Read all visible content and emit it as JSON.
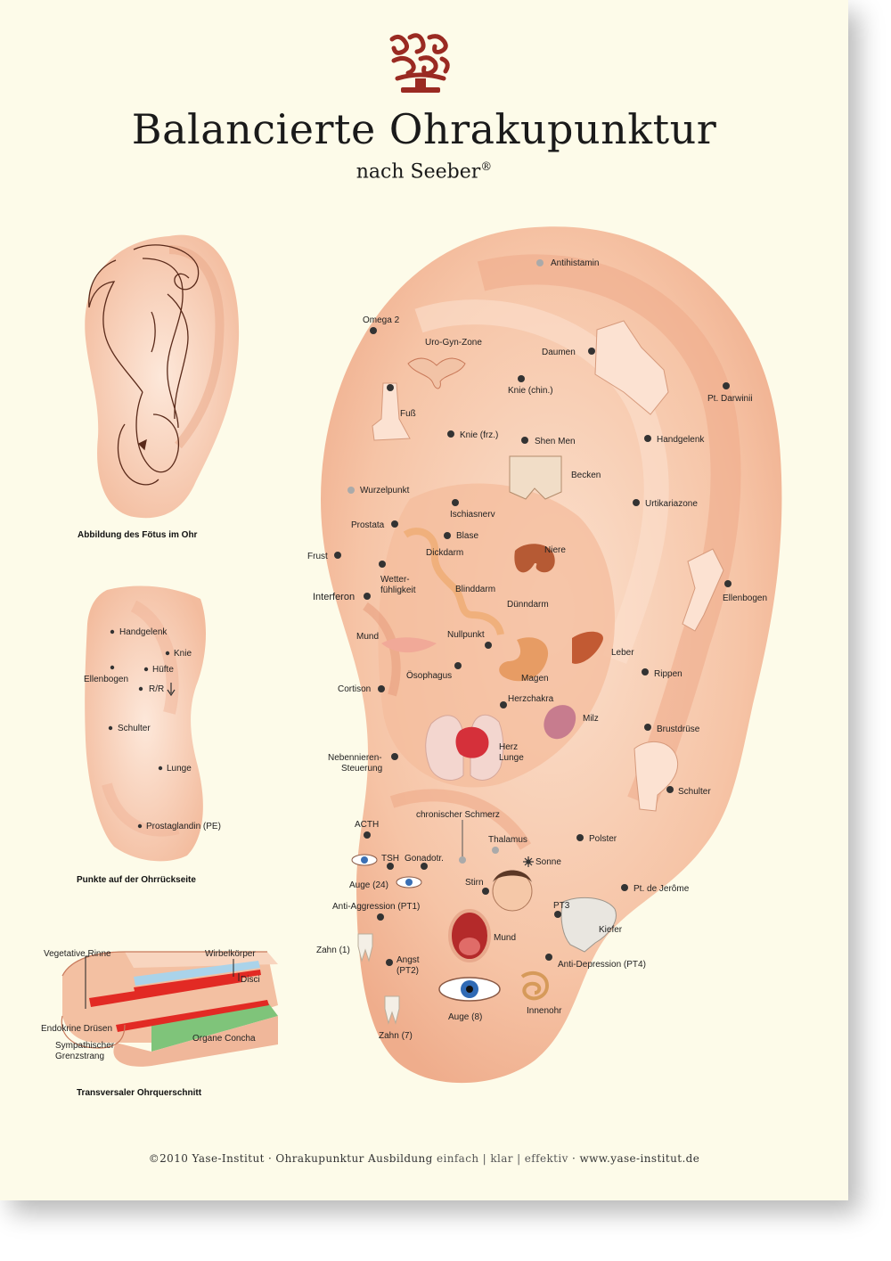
{
  "header": {
    "title": "Balancierte Ohrakupunktur",
    "subtitle": "nach Seeber",
    "registered": "®"
  },
  "colors": {
    "logo": "#9a2a22",
    "skin": "#f6c9ae",
    "point": "#333333",
    "point_grey": "#aaaaaa",
    "background": "#fdfbe9"
  },
  "fetus_panel": {
    "caption": "Abbildung des Fötus im Ohr"
  },
  "back_panel": {
    "caption": "Punkte auf der Ohrrückseite",
    "labels": [
      "Handgelenk",
      "Knie",
      "Ellenbogen",
      "Hüfte",
      "R/R",
      "Schulter",
      "Lunge",
      "Prostaglandin (PE)"
    ]
  },
  "cross_section": {
    "caption": "Transversaler Ohrquerschnitt",
    "labels": [
      "Vegetative Rinne",
      "Wirbelkörper",
      "Disci",
      "Endokrine Drüsen",
      "Sympathischer",
      "Grenzstrang",
      "Organe Concha"
    ]
  },
  "ear_points": [
    "Antihistamin",
    "Omega 2",
    "Uro-Gyn-Zone",
    "Daumen",
    "Knie (chin.)",
    "Pt. Darwinii",
    "Fuß",
    "Knie (frz.)",
    "Shen Men",
    "Handgelenk",
    "Becken",
    "Wurzelpunkt",
    "Ischiasnerv",
    "Urtikariazone",
    "Prostata",
    "Blase",
    "Niere",
    "Frust",
    "Dickdarm",
    "Wetter-",
    "fühligkeit",
    "Blinddarm",
    "Ellenbogen",
    "Interferon",
    "Dünndarm",
    "Mund",
    "Nullpunkt",
    "Leber",
    "Ösophagus",
    "Magen",
    "Rippen",
    "Cortison",
    "Herzchakra",
    "Milz",
    "Brustdrüse",
    "Herz",
    "Lunge",
    "Nebennieren-",
    "Steuerung",
    "Schulter",
    "chronischer Schmerz",
    "ACTH",
    "Thalamus",
    "Polster",
    "TSH",
    "Gonadotr.",
    "Sonne",
    "Auge (24)",
    "Stirn",
    "Pt. de Jerôme",
    "Anti-Aggression (PT1)",
    "PT3",
    "Kiefer",
    "Zahn (1)",
    "Mund",
    "Angst",
    "(PT2)",
    "Anti-Depression (PT4)",
    "Auge (8)",
    "Innenohr",
    "Zahn (7)"
  ],
  "footer": {
    "copyright": "©2010 Yase-Institut · Ohrakupunktur Ausbildung",
    "slogan": "einfach  |  klar  |  effektiv",
    "url": "· www.yase-institut.de"
  }
}
